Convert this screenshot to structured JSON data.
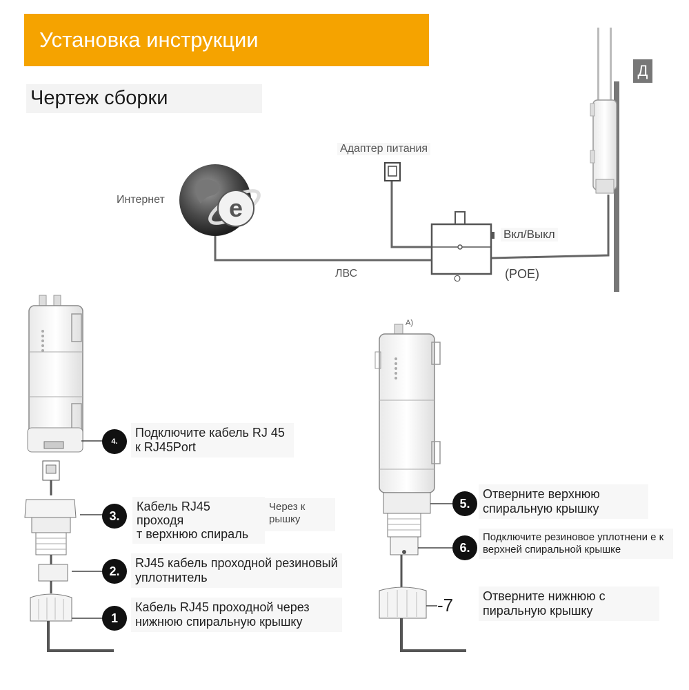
{
  "header": {
    "title": "Установка инструкции"
  },
  "section": {
    "subtitle": "Чертеж сборки"
  },
  "network": {
    "internet_label": "Интернет",
    "adapter_label": "Адаптер питания",
    "switch_label": "Вкл/Выкл",
    "lan_label": "ЛВС",
    "poe_label": "(POE)",
    "poe_box_label": "O",
    "corner_label": "Д"
  },
  "left_steps": [
    {
      "num": "4.",
      "text": "Подключите кабель RJ 45 к RJ45Port"
    },
    {
      "num": "3.",
      "text_line1": "Кабель RJ45",
      "text_line2": "проходя",
      "text_line3": "т верхнюю спираль",
      "side_text": "Через к рышку"
    },
    {
      "num": "2.",
      "text": "RJ45 кабель проходной резиновый уплотнитель"
    },
    {
      "num": "1",
      "text": "Кабель RJ45 проходной через нижнюю спиральную крышку"
    }
  ],
  "right_steps": [
    {
      "num": "5.",
      "text": "Отверните верхнюю спиральную крышку"
    },
    {
      "num": "6.",
      "text": "Подключите резиновое уплотнени е к верхней спиральной крышке"
    },
    {
      "num": "-7",
      "text": "Отверните нижнюю с пиральную крышку"
    }
  ],
  "antenna_label": "A)"
}
